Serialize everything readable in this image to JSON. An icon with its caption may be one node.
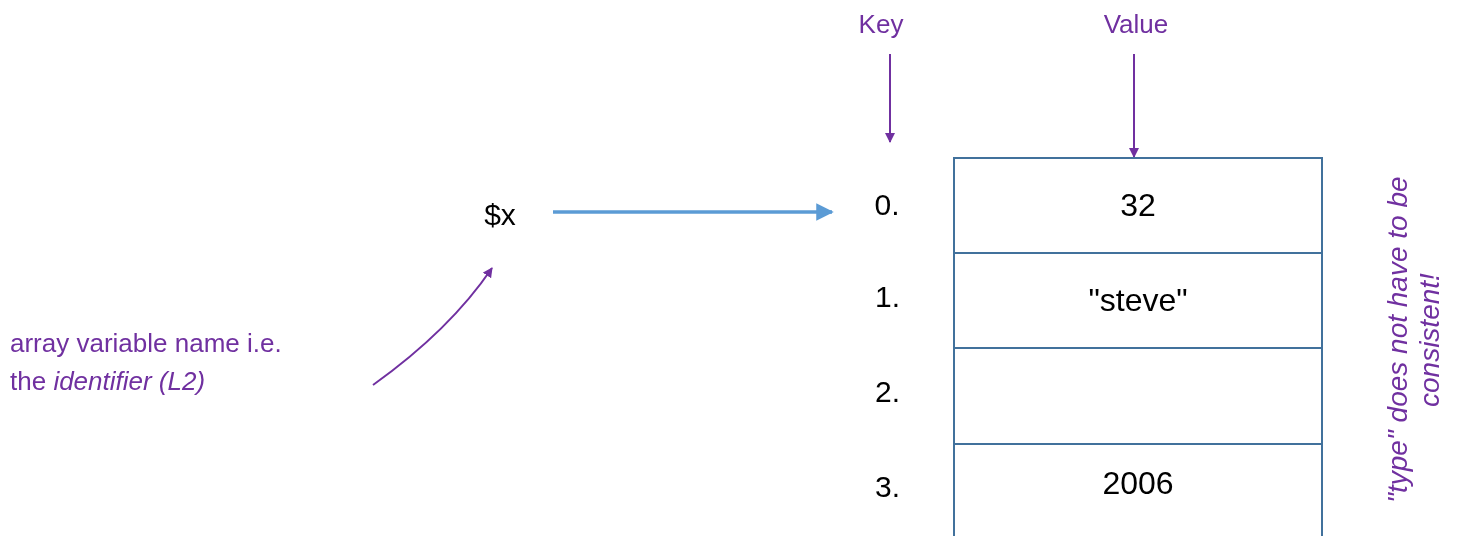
{
  "diagram": {
    "nodes": [
      {
        "text": [
          "$x"
        ]
      },
      {
        "text": [
          "0."
        ]
      },
      {
        "text": [
          "Key"
        ]
      },
      {
        "text": [
          "Value"
        ]
      },
      {
        "text": [
          "32"
        ]
      },
      {
        "text": [
          "\"steve\""
        ]
      },
      {
        "text": [],
        "shape": "box"
      },
      {
        "text": [
          "2006"
        ]
      },
      {
        "text": [
          "array variable name i.e. the *identifier (L2)*"
        ]
      }
    ],
    "edges": [
      {
        "from": 0,
        "to": 1,
        "arrow": "to",
        "color": "#5b9bd5"
      },
      {
        "from": 2,
        "to": 1,
        "arrow": "to"
      },
      {
        "from": 3,
        "to": 4,
        "arrow": "to"
      },
      {
        "from": 8,
        "to": 0,
        "arrow": "to"
      }
    ],
    "labels": [
      "1.",
      "2.",
      "3.",
      "\"type\" does not have to be consistent!"
    ]
  }
}
